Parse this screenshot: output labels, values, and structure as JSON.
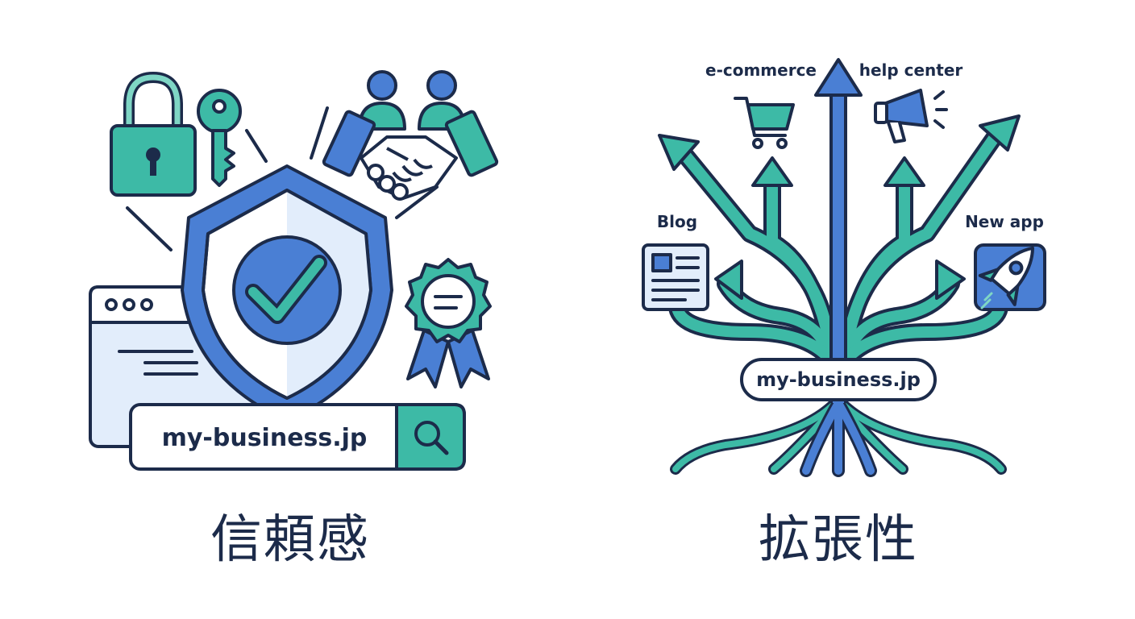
{
  "left_panel": {
    "domain": "my-business.jp",
    "caption": "信頼感"
  },
  "right_panel": {
    "domain": "my-business.jp",
    "caption": "拡張性",
    "branches": {
      "ecommerce": "e-commerce",
      "help_center": "help center",
      "blog": "Blog",
      "new_app": "New app"
    }
  },
  "colors": {
    "blue": "#4a7fd4",
    "teal": "#3dbaa6",
    "navy": "#1c2b4a",
    "light_blue": "#e2edfb"
  }
}
